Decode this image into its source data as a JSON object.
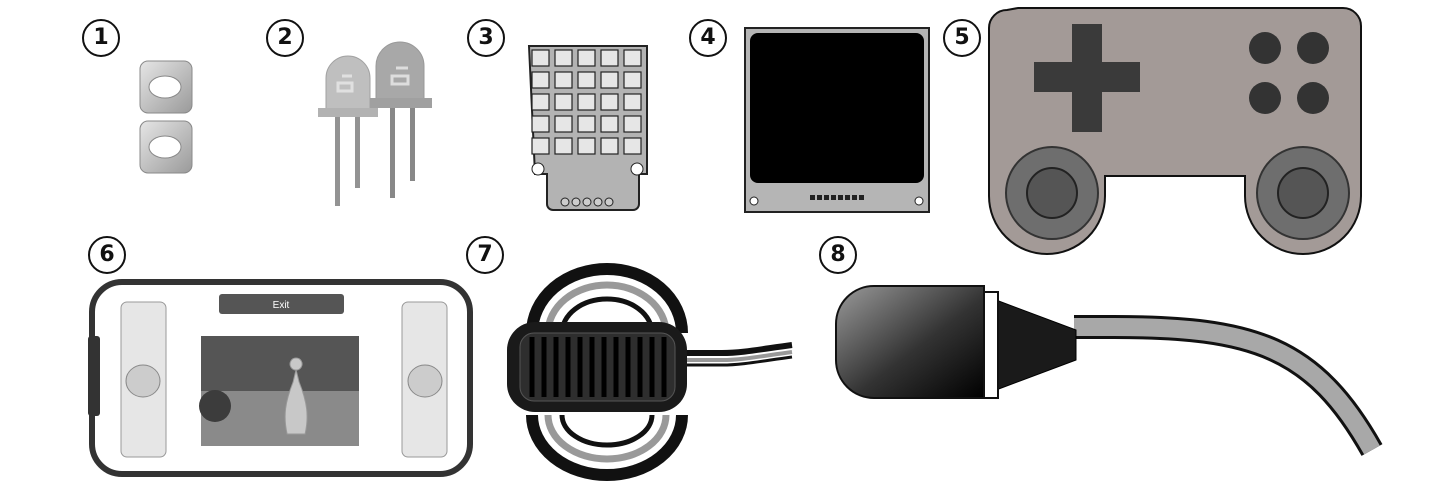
{
  "labels": [
    "1",
    "2",
    "3",
    "4",
    "5",
    "6",
    "7",
    "8"
  ],
  "items": [
    {
      "id": 1,
      "icon": "push-buttons-icon"
    },
    {
      "id": 2,
      "icon": "leds-icon"
    },
    {
      "id": 3,
      "icon": "led-matrix-icon"
    },
    {
      "id": 4,
      "icon": "display-screen-icon"
    },
    {
      "id": 5,
      "icon": "gamepad-icon"
    },
    {
      "id": 6,
      "icon": "phone-controller-icon"
    },
    {
      "id": 7,
      "icon": "vibration-motor-icon"
    },
    {
      "id": 8,
      "icon": "sensor-probe-icon"
    }
  ],
  "phone_app": {
    "exit_label": "Exit"
  },
  "colors": {
    "outline": "#111111",
    "body_grey": "#a39a97",
    "dark_grey": "#3a3a3a"
  }
}
